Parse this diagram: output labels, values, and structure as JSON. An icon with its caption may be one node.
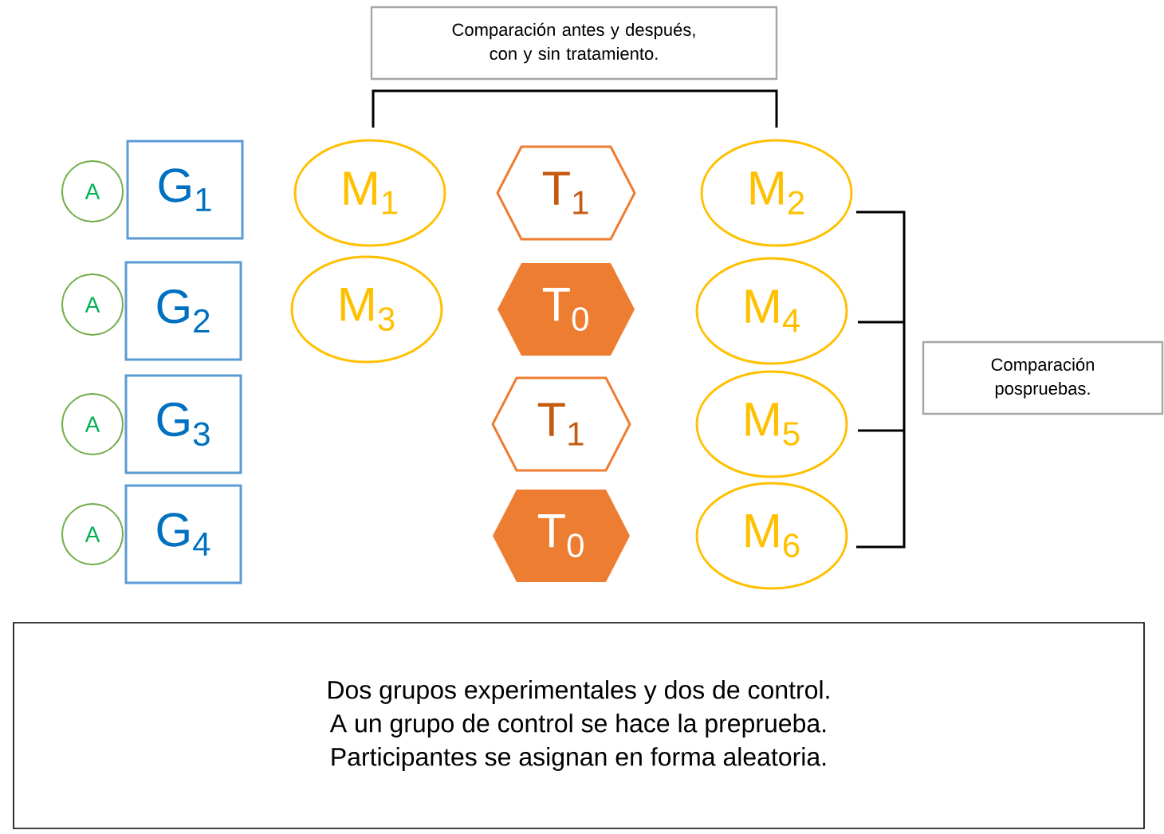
{
  "diagram": {
    "nodes": [
      {
        "text": [
          "Comparación antes y después, con y sin tratamiento."
        ]
      },
      {
        "text": [
          "A"
        ]
      },
      {
        "text": [
          "G$_{1}$"
        ]
      },
      {
        "text": [
          "M$_{1}$"
        ]
      },
      {
        "text": [
          "T$_{1}$"
        ]
      },
      {
        "text": [
          "M$_{2}$"
        ]
      },
      {
        "text": [
          "A"
        ]
      },
      {
        "text": [
          "G$_{2}$"
        ]
      },
      {
        "text": [
          "M$_{3}$"
        ]
      },
      {
        "text": [
          "T$_{0}$"
        ]
      },
      {
        "text": [
          "M$_{4}$"
        ]
      },
      {
        "text": [
          "Comparación pospruebas."
        ]
      },
      {
        "text": [
          "A"
        ]
      },
      {
        "text": [
          "G$_{3}$"
        ]
      },
      {
        "text": [
          "T$_{1}$"
        ]
      },
      {
        "text": [
          "M$_{5}$"
        ]
      },
      {
        "text": [
          "A"
        ]
      },
      {
        "text": [
          "G$_{4}$"
        ]
      },
      {
        "text": [
          "T$_{0}$"
        ]
      },
      {
        "text": [
          "M$_{6}$"
        ]
      },
      {
        "text": [
          "Dos grupos experimentales y dos de control.",
          "A un grupo de control se hace la preprueba.",
          "Participantes se asignan en forma aleatoria."
        ]
      }
    ]
  }
}
